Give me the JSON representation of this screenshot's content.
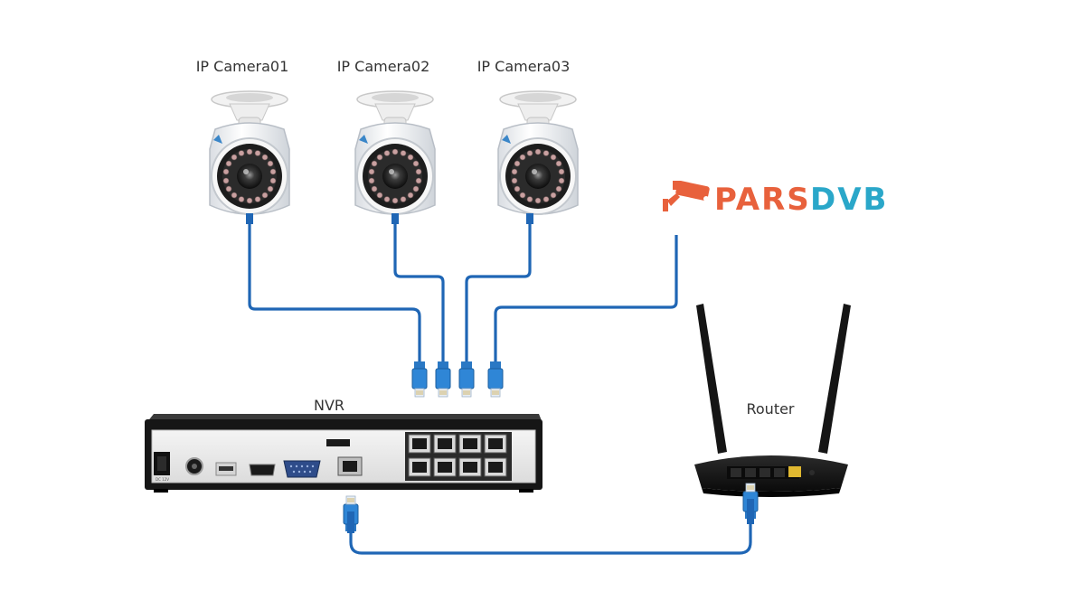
{
  "labels": {
    "camera1": "IP Camera01",
    "camera2": "IP Camera02",
    "camera3": "IP Camera03",
    "nvr": "NVR",
    "router": "Router"
  },
  "brand": {
    "part1": "PARS",
    "part2": "DVB",
    "icon": "cctv-camera-icon",
    "color1": "#e8613c",
    "color2": "#2aa7c9"
  },
  "colors": {
    "cable": "#1f66b5",
    "connector": "#2f86d6",
    "nvr_body": "#161616",
    "router_body": "#121212"
  }
}
